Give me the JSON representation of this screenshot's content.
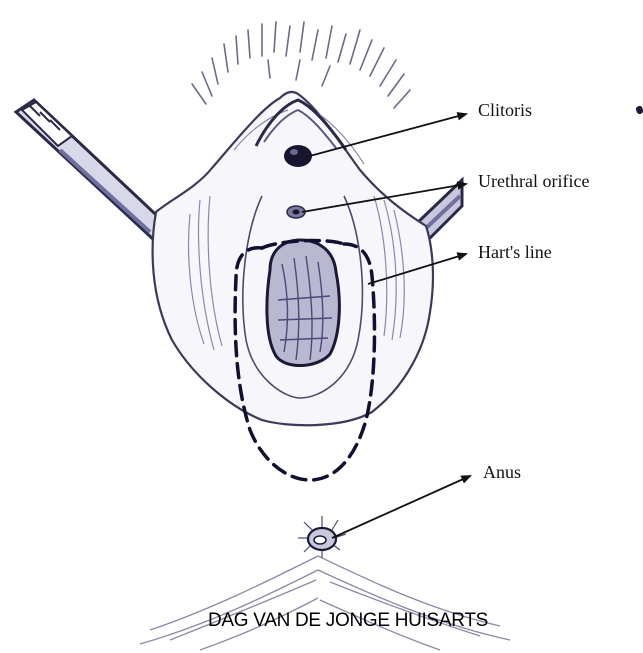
{
  "labels": {
    "clitoris": "Clitoris",
    "urethral_orifice": "Urethral orifice",
    "harts_line": "Hart's line",
    "anus": "Anus"
  },
  "credit": "DAG VAN DE JONGE HUISARTS",
  "colors": {
    "ink": "#3a3a5a",
    "dark_ink": "#161630",
    "shading": "#8888b0",
    "dashed_line": "#101030",
    "pointer": "#111111"
  }
}
